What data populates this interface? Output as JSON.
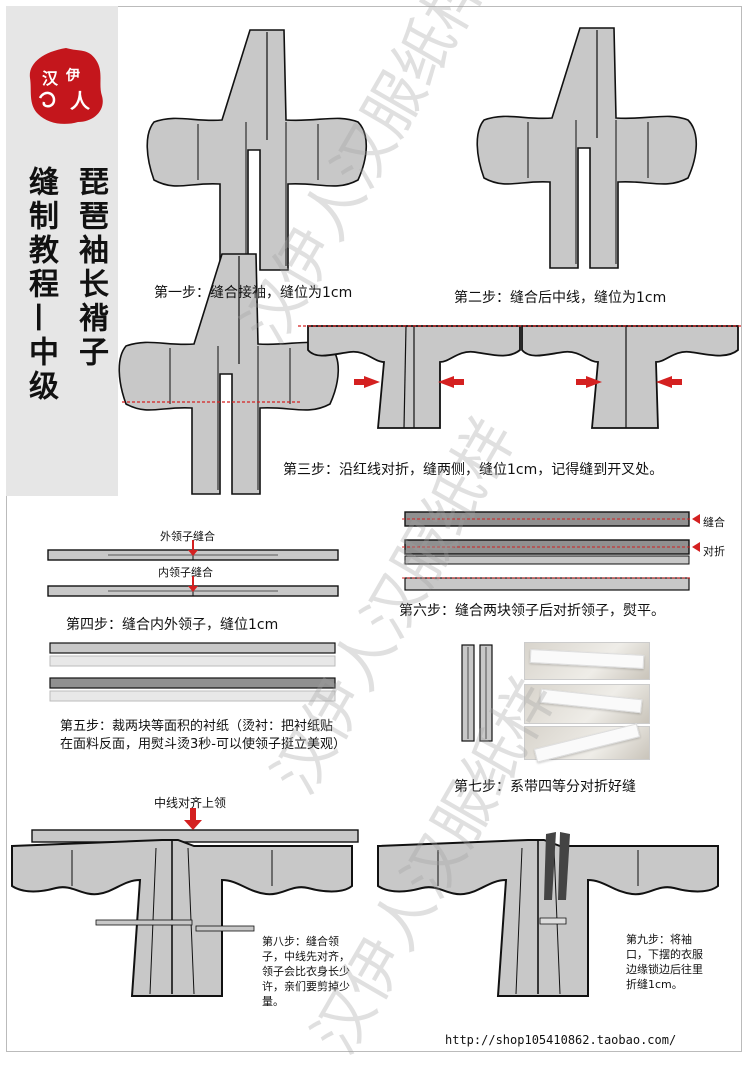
{
  "brand": {
    "logo_text": "汉伊人"
  },
  "title": {
    "line1": "琵琶袖长褙子",
    "line2": "缝制教程—中级"
  },
  "steps": {
    "s1": "第一步：缝合接袖，缝位为1cm",
    "s2": "第二步：缝合后中线，缝位为1cm",
    "s3": "第三步：沿红线对折，缝两侧，缝位1cm，记得缝到开叉处。",
    "s4": "第四步：缝合内外领子，缝位1cm",
    "s5": "第五步：裁两块等面积的衬纸（烫衬：把衬纸贴在面料反面，用熨斗烫3秒-可以使领子挺立美观）",
    "s6": "第六步：缝合两块领子后对折领子，熨平。",
    "s7": "第七步：系带四等分对折好缝",
    "s8": "第八步：缝合领子，中线先对齐，领子会比衣身长少许，亲们要剪掉少量。",
    "s9": "第九步：将袖口，下摆的衣服边缘锁边后往里折缝1cm。"
  },
  "labels": {
    "outer_collar": "外领子缝合",
    "inner_collar": "内领子缝合",
    "sew": "缝合",
    "fold": "对折",
    "center_align": "中线对齐上领"
  },
  "watermark": "汉伊人汉服纸样",
  "footer": {
    "url": "http://shop105410862.taobao.com/"
  },
  "colors": {
    "accent_red": "#d42020",
    "fabric_gray": "#c8c8c8",
    "sidebar_bg": "#e6e6e6"
  }
}
